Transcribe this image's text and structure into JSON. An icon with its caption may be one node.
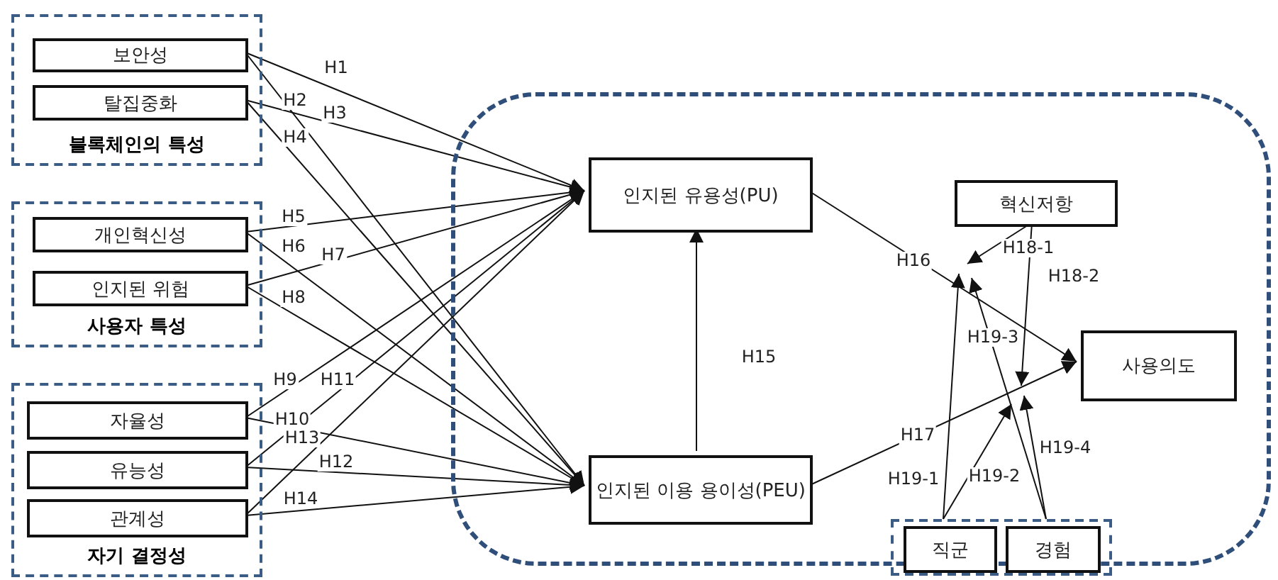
{
  "diagram": {
    "nodes": [
      {
        "text": [
          "블록체인의 특성"
        ]
      },
      {
        "text": [
          "보안성"
        ],
        "in": 0
      },
      {
        "text": [
          "탈집중화"
        ],
        "in": 0
      },
      {
        "text": [
          "사용자 특성"
        ]
      },
      {
        "text": [
          "개인혁신성"
        ],
        "in": 3
      },
      {
        "text": [
          "인지된 위험"
        ],
        "in": 3
      },
      {
        "text": [
          "자기 결정성"
        ]
      },
      {
        "text": [
          "자율성"
        ],
        "in": 6
      },
      {
        "text": [
          "유능성"
        ],
        "in": 6
      },
      {
        "text": [
          "관계성"
        ],
        "in": 6
      },
      {
        "text": [],
        "shape": "box"
      },
      {
        "text": [
          "인지된 유용성(PU)"
        ],
        "in": 10
      },
      {
        "text": [
          "인지된 이용 용이성(PEU)"
        ],
        "in": 10
      },
      {
        "text": [
          "혁신저항"
        ],
        "in": 10
      },
      {
        "text": [
          "사용의도"
        ],
        "in": 10
      },
      {
        "text": [],
        "shape": "box",
        "in": 10
      },
      {
        "text": [
          "직군"
        ],
        "in": 15
      },
      {
        "text": [
          "경험"
        ],
        "in": 15
      }
    ],
    "edges": [
      {
        "from": 1,
        "to": 11,
        "arrow": "to",
        "label": "H1"
      },
      {
        "from": 1,
        "to": 12,
        "arrow": "to",
        "label": "H2"
      },
      {
        "from": 2,
        "to": 11,
        "arrow": "to",
        "label": "H3"
      },
      {
        "from": 2,
        "to": 12,
        "arrow": "to",
        "label": "H4"
      },
      {
        "from": 4,
        "to": 11,
        "arrow": "to",
        "label": "H5"
      },
      {
        "from": 4,
        "to": 12,
        "arrow": "to",
        "label": "H6"
      },
      {
        "from": 5,
        "to": 11,
        "arrow": "to",
        "label": "H7"
      },
      {
        "from": 5,
        "to": 12,
        "arrow": "to",
        "label": "H8"
      },
      {
        "from": 7,
        "to": 11,
        "arrow": "to",
        "label": "H9"
      },
      {
        "from": 7,
        "to": 12,
        "arrow": "to",
        "label": "H10"
      },
      {
        "from": 8,
        "to": 11,
        "arrow": "to",
        "label": "H11"
      },
      {
        "from": 8,
        "to": 12,
        "arrow": "to",
        "label": "H12"
      },
      {
        "from": 9,
        "to": 11,
        "arrow": "to",
        "label": "H13"
      },
      {
        "from": 9,
        "to": 12,
        "arrow": "to",
        "label": "H14"
      },
      {
        "from": 12,
        "to": 11,
        "arrow": "to",
        "label": "H15"
      },
      {
        "from": 11,
        "to": 14,
        "arrow": "to",
        "label": "H16"
      },
      {
        "from": 12,
        "to": 14,
        "arrow": "to",
        "label": "H17"
      },
      {
        "from": 13,
        "to": null,
        "arrow": "to",
        "label": "H18-1"
      },
      {
        "from": 13,
        "to": null,
        "arrow": "to",
        "label": "H18-2"
      },
      {
        "from": 16,
        "to": null,
        "arrow": "to",
        "label": "H19-1"
      },
      {
        "from": 16,
        "to": null,
        "arrow": "to",
        "label": "H19-2"
      },
      {
        "from": 17,
        "to": null,
        "arrow": "to",
        "label": "H19-3"
      },
      {
        "from": 17,
        "to": null,
        "arrow": "to",
        "label": "H19-4"
      }
    ]
  }
}
